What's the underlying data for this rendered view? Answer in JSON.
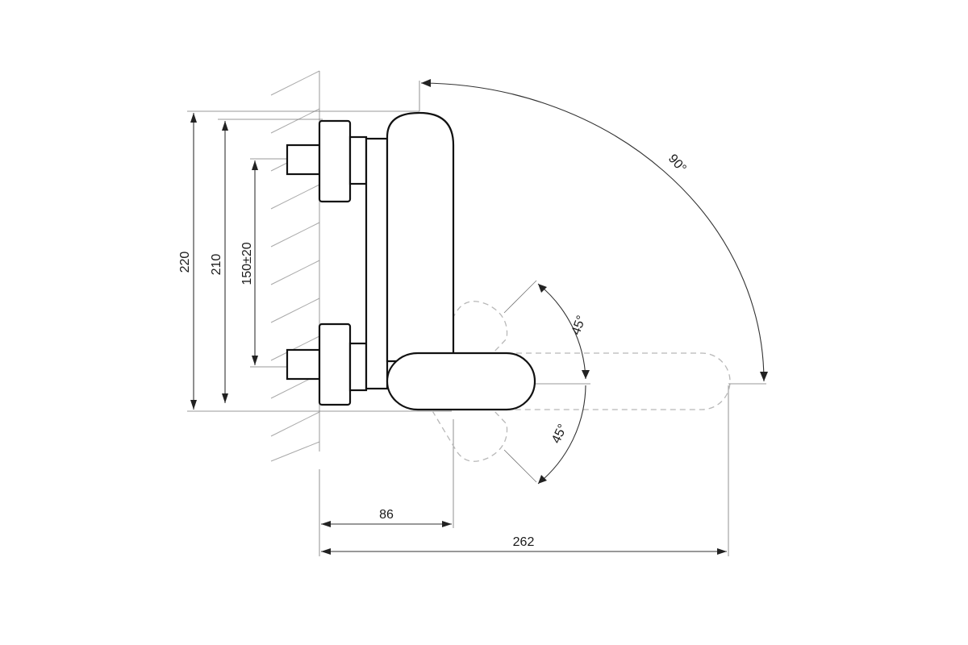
{
  "dimensions": {
    "height_total": "220",
    "height_between": "210",
    "centers": "150±20",
    "depth_body": "86",
    "depth_total": "262"
  },
  "angles": {
    "lever_rotation": "90°",
    "lever_up": "45°",
    "lever_down": "45°"
  }
}
